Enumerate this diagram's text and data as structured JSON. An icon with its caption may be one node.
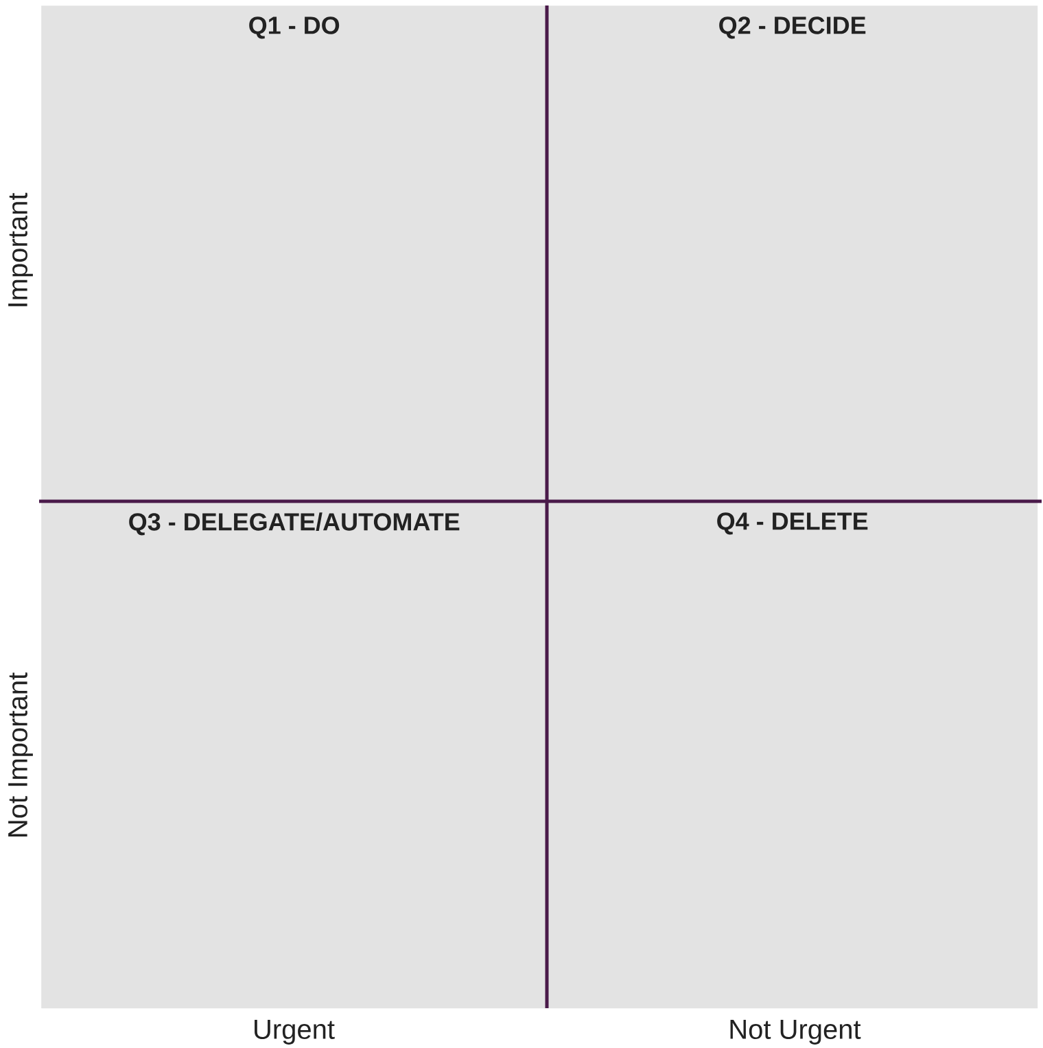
{
  "diagram": {
    "nodes": [
      {
        "text": [
          "Q1 - DO"
        ]
      },
      {
        "text": [
          "Q2 - DECIDE"
        ]
      },
      {
        "text": [
          "Q3 - DELEGATE/AUTOMATE"
        ]
      },
      {
        "text": [
          "Q4 - DELETE"
        ]
      }
    ],
    "labels": [
      "Important",
      "Not Important",
      "Urgent",
      "Not Urgent"
    ]
  }
}
